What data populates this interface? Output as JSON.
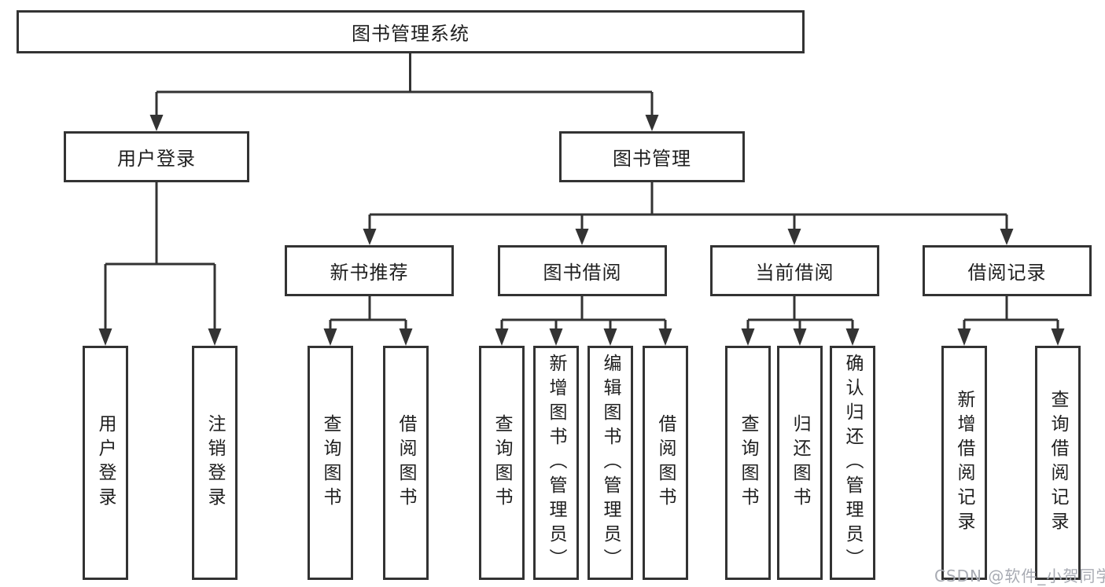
{
  "diagram": {
    "root": {
      "label": "图书管理系统"
    },
    "level2": [
      {
        "label": "用户登录",
        "children": [
          "用户登录",
          "注销登录"
        ]
      },
      {
        "label": "图书管理"
      }
    ],
    "level3": [
      {
        "label": "新书推荐",
        "children": [
          "查询图书",
          "借阅图书"
        ]
      },
      {
        "label": "图书借阅",
        "children": [
          "查询图书",
          "新增图书（管理员）",
          "编辑图书（管理员）",
          "借阅图书"
        ]
      },
      {
        "label": "当前借阅",
        "children": [
          "查询图书",
          "归还图书",
          "确认归还（管理员）"
        ]
      },
      {
        "label": "借阅记录",
        "children": [
          "新增借阅记录",
          "查询借阅记录"
        ]
      }
    ]
  },
  "watermark": {
    "text": "CSDN @软件_小贺同学",
    "color": "#a8abb3"
  },
  "colors": {
    "line": "#333333",
    "text": "#1f1f1f",
    "background": "#ffffff"
  }
}
